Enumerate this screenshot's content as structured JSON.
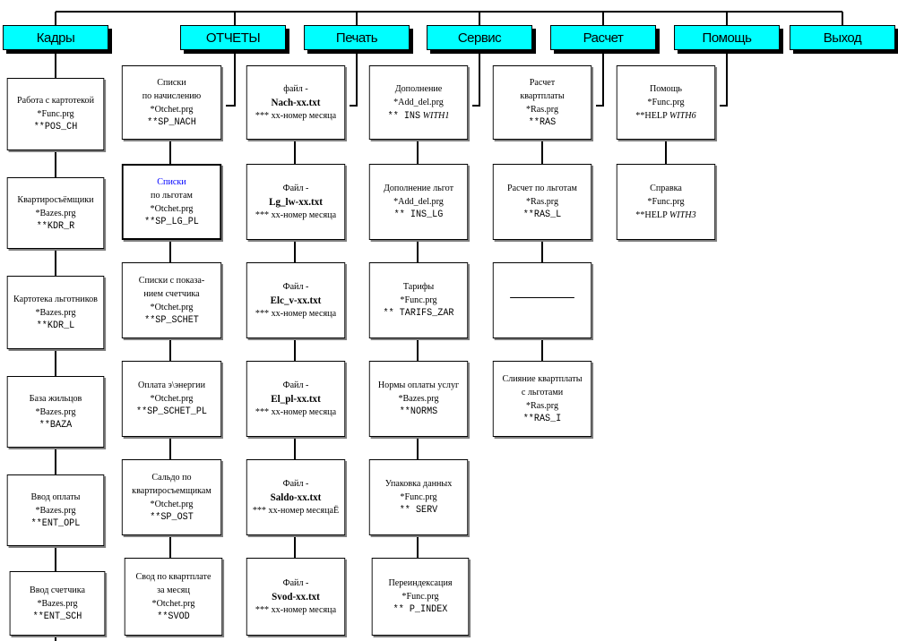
{
  "menu": {
    "kadry": "Кадры",
    "otchety": "ОТЧЕТЫ",
    "pechat": "Печать",
    "servis": "Сервис",
    "raschet": "Расчет",
    "pomosch": "Помощь",
    "vyhod": "Выход"
  },
  "kadry": [
    {
      "l1": "Работа с картотекой",
      "l2": "*Func.prg",
      "l3": "**POS_CH"
    },
    {
      "l1": "Квартиросъёмщики",
      "l2": "*Bazes.prg",
      "l3": "**KDR_R"
    },
    {
      "l1": "Картотека льготников",
      "l2": "*Bazes.prg",
      "l3": "**KDR_L"
    },
    {
      "l1": "База жильцов",
      "l2": "*Bazes.prg",
      "l3": "**BAZA"
    },
    {
      "l1": "Ввод оплаты",
      "l2": "*Bazes.prg",
      "l3": "**ENT_OPL"
    },
    {
      "l1": "Ввод счетчика",
      "l2": "*Bazes.prg",
      "l3": "**ENT_SCH"
    }
  ],
  "otchety": [
    {
      "l1": "Списки",
      "l1b": "по начислению",
      "l2": "*Otchet.prg",
      "l3": "**SP_NACH"
    },
    {
      "l1": "Списки",
      "l1b": "по льготам",
      "l2": "*Otchet.prg",
      "l3": "**SP_LG_PL"
    },
    {
      "l1": "Списки с показа-",
      "l1b": "нием счетчика",
      "l2": "*Otchet.prg",
      "l3": "**SP_SCHET"
    },
    {
      "l1": "Оплата э\\энергии",
      "l2": "*Otchet.prg",
      "l3": "**SP_SCHET_PL"
    },
    {
      "l1": "Сальдо по",
      "l1b": "квартиросъемщикам",
      "l2": "*Otchet.prg",
      "l3": "**SP_OST"
    },
    {
      "l1": "Свод по квартплате",
      "l1b": "за месяц",
      "l2": "*Otchet.prg",
      "l3": "**SVOD"
    }
  ],
  "pechat": [
    {
      "l1": "файл -",
      "l2": "Nach-xx.txt",
      "l3": "*** xx-номер месяца"
    },
    {
      "l1": "Файл -",
      "l2": "Lg_lw-xx.txt",
      "l3": "*** xx-номер месяца"
    },
    {
      "l1": "Файл -",
      "l2": "Elc_v-xx.txt",
      "l3": "*** xx-номер месяца"
    },
    {
      "l1": "Файл -",
      "l2": "El_pl-xx.txt",
      "l3": "*** xx-номер месяца"
    },
    {
      "l1": "Файл -",
      "l2": "Saldo-xx.txt",
      "l3": "*** xx-номер месяцаЁ"
    },
    {
      "l1": "Файл -",
      "l2": "Svod-xx.txt",
      "l3": "*** xx-номер месяца"
    }
  ],
  "servis": [
    {
      "l1": "Дополнение",
      "l2": "*Add_del.prg",
      "l3": "** INS",
      "l3i": "WITH1"
    },
    {
      "l1": "Дополнение льгот",
      "l2": "*Add_del.prg",
      "l3": "** INS_LG"
    },
    {
      "l1": "Тарифы",
      "l2": "*Func.prg",
      "l3": "** TARIFS_ZAR"
    },
    {
      "l1": "Нормы оплаты услуг",
      "l2": "*Bazes.prg",
      "l3": "**NORMS"
    },
    {
      "l1": "Упаковка данных",
      "l2": "*Func.prg",
      "l3": "** SERV"
    },
    {
      "l1": "Переиндексация",
      "l2": "*Func.prg",
      "l3": "** P_INDEX"
    }
  ],
  "raschet": [
    {
      "l1": "Расчет",
      "l1b": "квартплаты",
      "l2": "*Ras.prg",
      "l3": "**RAS"
    },
    {
      "l1": "Расчет по льготам",
      "l2": "*Ras.prg",
      "l3": "**RAS_L"
    },
    {
      "l1": "",
      "l2": "",
      "l3": ""
    },
    {
      "l1": "Слияние квартплаты",
      "l1b": "с льготами",
      "l2": "*Ras.prg",
      "l3": "**RAS_I"
    }
  ],
  "pomosch": [
    {
      "l1": "Помощь",
      "l2": "*Func.prg",
      "l3": "**HELP",
      "l3i": "WITH6"
    },
    {
      "l1": "Справка",
      "l2": "*Func.prg",
      "l3": "**HELP",
      "l3i": "WITH3"
    }
  ]
}
